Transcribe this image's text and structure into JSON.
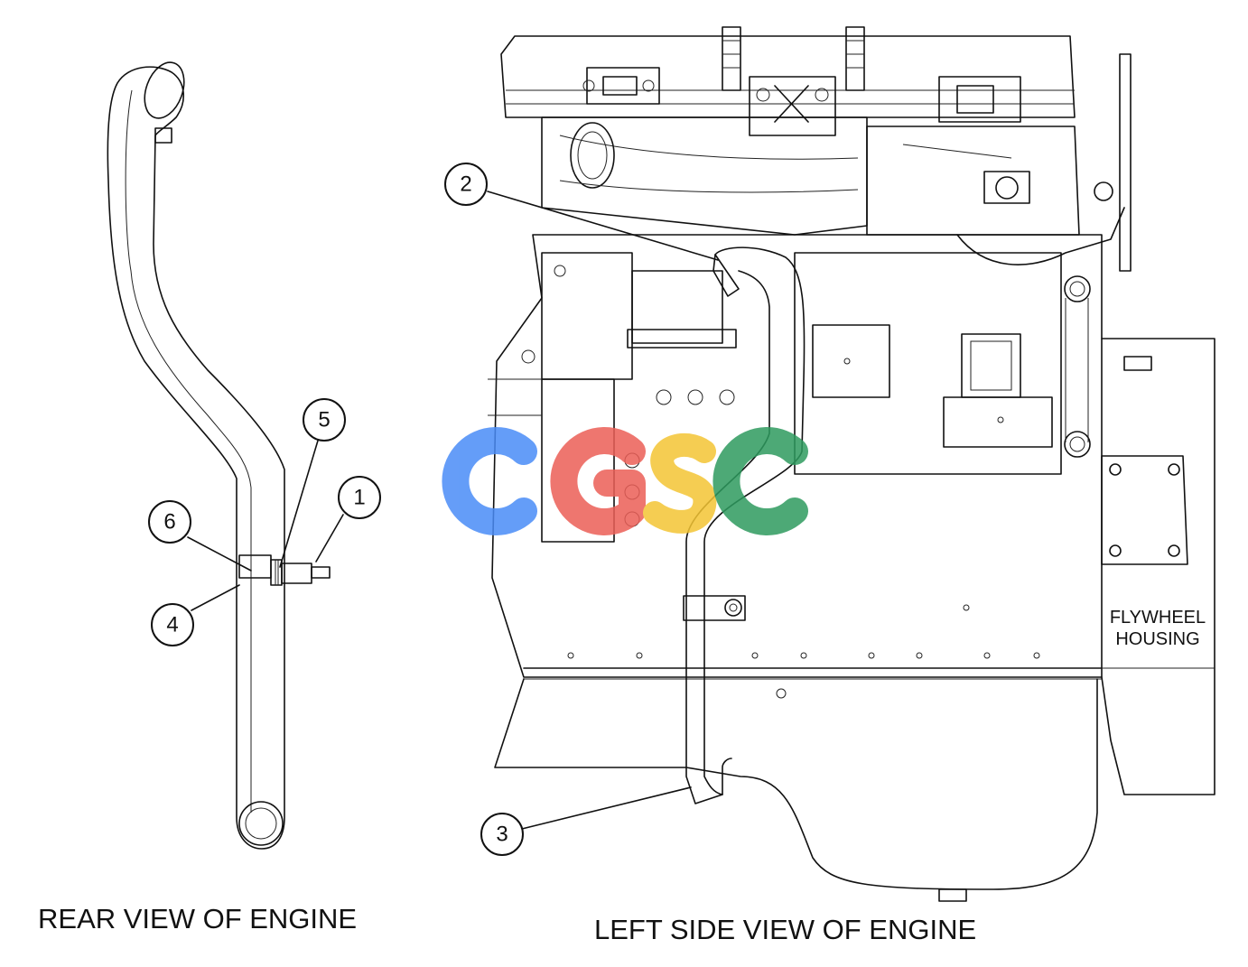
{
  "diagram": {
    "rear_view_caption": "REAR VIEW OF ENGINE",
    "left_view_caption": "LEFT SIDE VIEW OF ENGINE",
    "flywheel_label_line1": "FLYWHEEL",
    "flywheel_label_line2": "HOUSING",
    "callouts": [
      "1",
      "2",
      "3",
      "4",
      "5",
      "6"
    ],
    "watermark": {
      "letters": [
        "C",
        "G",
        "S",
        "C"
      ],
      "colors": [
        "#4a8cf7",
        "#ec5f57",
        "#f4c534",
        "#2e9b5f"
      ]
    }
  }
}
